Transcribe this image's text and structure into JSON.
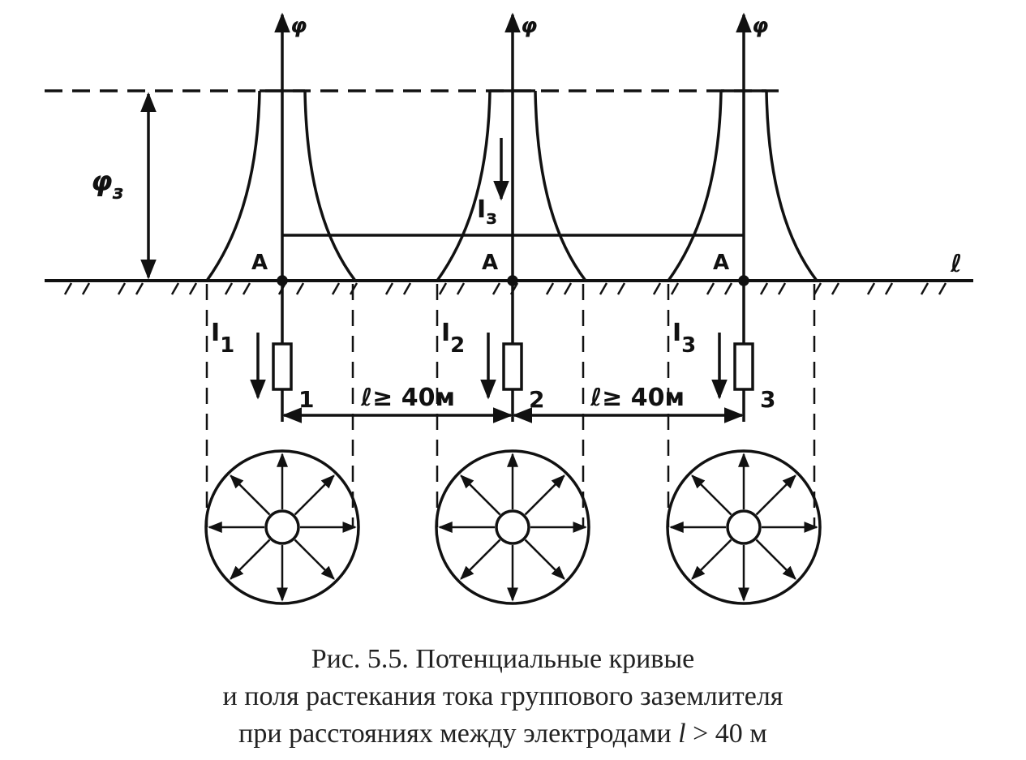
{
  "diagram": {
    "axis_label": "φ",
    "phi_label": "φ",
    "phi_sub": "з",
    "point_label": "A",
    "length_axis_label": "ℓ",
    "top_current_label": "I",
    "top_current_sub": "з",
    "electrodes": [
      {
        "number": "1",
        "current": "I",
        "current_sub": "1"
      },
      {
        "number": "2",
        "current": "I",
        "current_sub": "2"
      },
      {
        "number": "3",
        "current": "I",
        "current_sub": "3"
      }
    ],
    "spacing_labels": [
      "ℓ≥ 40м",
      "ℓ≥ 40м"
    ]
  },
  "caption": {
    "line1": "Рис. 5.5. Потенциальные кривые",
    "line2": "и поля растекания тока группового заземлителя",
    "line3_prefix": "при расстояниях между электродами ",
    "line3_var": "l",
    "line3_suffix": " > 40 м"
  },
  "colors": {
    "ink": "#111111"
  }
}
